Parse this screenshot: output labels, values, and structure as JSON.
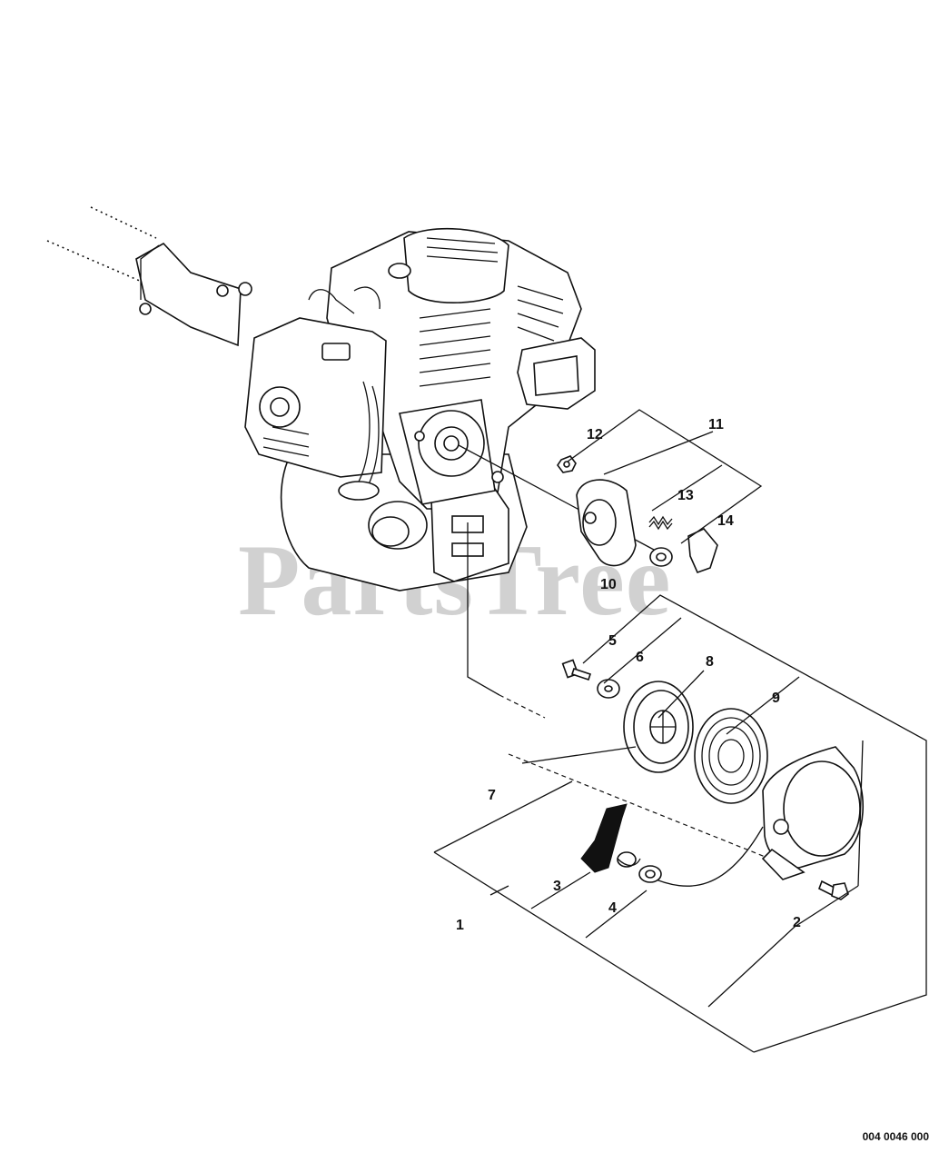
{
  "watermark": "PartsTree",
  "diagram_code": "004 0046 000",
  "callouts": {
    "c1": "1",
    "c2": "2",
    "c3": "3",
    "c4": "4",
    "c5": "5",
    "c6": "6",
    "c7": "7",
    "c8": "8",
    "c9": "9",
    "c10": "10",
    "c11": "11",
    "c12": "12",
    "c13": "13",
    "c14": "14"
  },
  "colors": {
    "line": "#111111",
    "watermark": "#9a9a9a",
    "background": "#ffffff"
  },
  "icons": [
    "engine-illustration",
    "starter-pulley",
    "recoil-spring",
    "starter-case",
    "starter-handle"
  ]
}
